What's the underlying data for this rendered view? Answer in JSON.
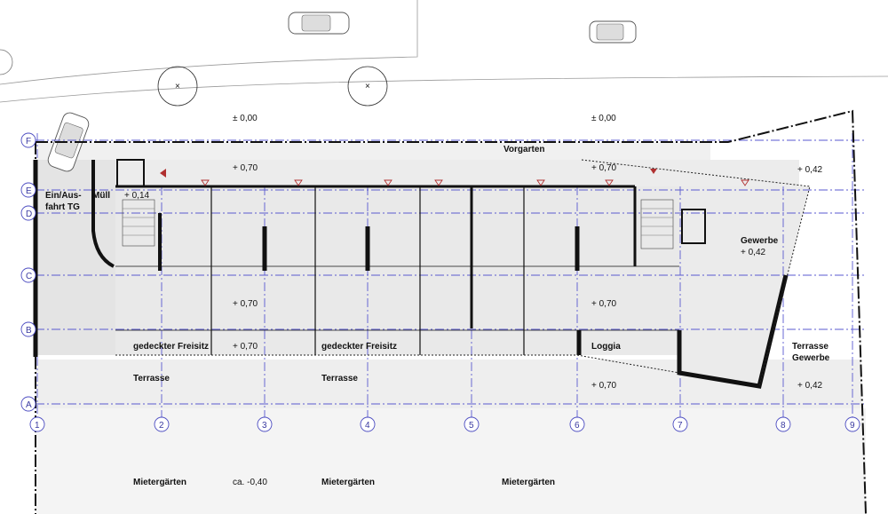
{
  "plan": {
    "street_levels": [
      "± 0,00",
      "± 0,00"
    ],
    "row_axes": [
      "F",
      "E",
      "D",
      "C",
      "B",
      "A"
    ],
    "col_axes": [
      "1",
      "2",
      "3",
      "4",
      "5",
      "6",
      "7",
      "8",
      "9"
    ],
    "labels": {
      "vorgarten": "Vorgarten",
      "level_f_1": "+ 0,70",
      "level_f_2": "+ 0,70",
      "level_f_3": "+ 0,42",
      "einfahrt_1": "Ein/Aus-",
      "einfahrt_2": "fahrt TG",
      "muell": "Müll",
      "level_014": "+ 0,14",
      "gewerbe_1": "Gewerbe",
      "gewerbe_2": "+ 0,42",
      "level_c_1": "+ 0,70",
      "level_c_2": "+ 0,70",
      "freisitz_1": "gedeckter Freisitz",
      "freisitz_2": "gedeckter Freisitz",
      "level_b_1": "+ 0,70",
      "loggia": "Loggia",
      "terrasse_gewerbe_1": "Terrasse",
      "terrasse_gewerbe_2": "Gewerbe",
      "terrasse_1": "Terrasse",
      "terrasse_2": "Terrasse",
      "level_a_1": "+ 0,70",
      "level_a_2": "+ 0,42",
      "mietergaerten_1": "Mietergärten",
      "ca_level": "ca. -0,40",
      "mietergaerten_2": "Mietergärten",
      "mietergaerten_3": "Mietergärten"
    }
  }
}
